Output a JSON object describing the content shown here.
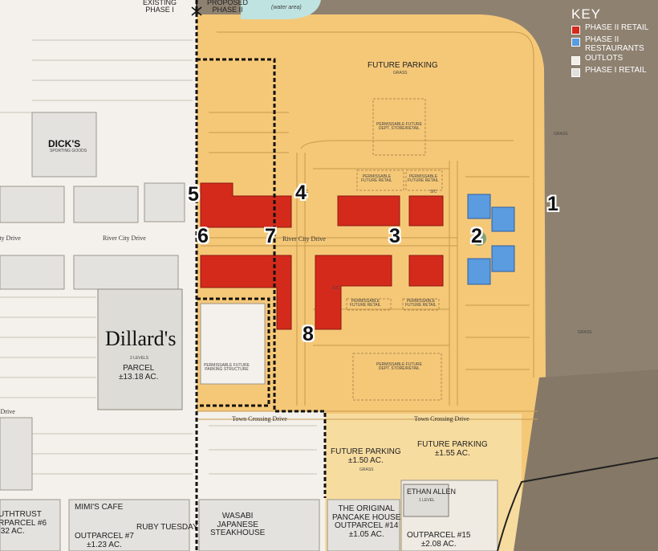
{
  "phase_labels": {
    "existing": "EXISTING\nPHASE I",
    "proposed": "PROPOSED\nPHASE II",
    "water": "(water area)"
  },
  "legend": {
    "title": "KEY",
    "items": [
      {
        "label": "PHASE II RETAIL",
        "color": "#d42a1c"
      },
      {
        "label": "PHASE II\nRESTAURANTS",
        "color": "#5b9be0"
      },
      {
        "label": "OUTLOTS",
        "color": "#f3efe6"
      },
      {
        "label": "PHASE I RETAIL",
        "color": "#e2e0dc"
      }
    ]
  },
  "roads": {
    "river_city_drive": "River City Drive",
    "town_crossing_drive": "Town Crossing Drive"
  },
  "areas": {
    "future_parking_top": "FUTURE PARKING",
    "grass": "GRASS",
    "permissable_dept_store": "PERMISSABLE FUTURE\nDEPT. STORE/RETAIL",
    "permissable_future_retail": "PERMISSABLE\nFUTURE RETAIL",
    "permissable_parking_structure": "PERMISSABLE FUTURE\nPARKING STRUCTURE",
    "future_parking_150": "FUTURE PARKING\n±1.50 AC.",
    "future_parking_155": "FUTURE PARKING\n±1.55 AC.",
    "sc": "S/C"
  },
  "anchors": {
    "dicks": "DICK'S",
    "dicks_sub": "SPORTING GOODS",
    "dillards": "Dillard's",
    "dillards_levels": "2 LEVELS",
    "parcel": "PARCEL\n±13.18 AC.",
    "ethan_allen": "ETHAN ALLEN",
    "ethan_allen_sub": "1 LEVEL"
  },
  "outparcels": {
    "southtrust": "UTHTRUST\nRPARCEL #6\n.32 AC.",
    "mimis": "MIMI'S CAFE",
    "op7": "OUTPARCEL #7\n±1.23 AC.",
    "ruby": "RUBY TUESDAY",
    "wasabi": "WASABI\nJAPANESE\nSTEAKHOUSE",
    "pancake": "THE ORIGINAL\nPANCAKE HOUSE\nOUTPARCEL #14\n±1.05 AC.",
    "op15": "OUTPARCEL #15\n±2.08 AC."
  },
  "markers": [
    "1",
    "2",
    "3",
    "4",
    "5",
    "6",
    "7",
    "8"
  ]
}
